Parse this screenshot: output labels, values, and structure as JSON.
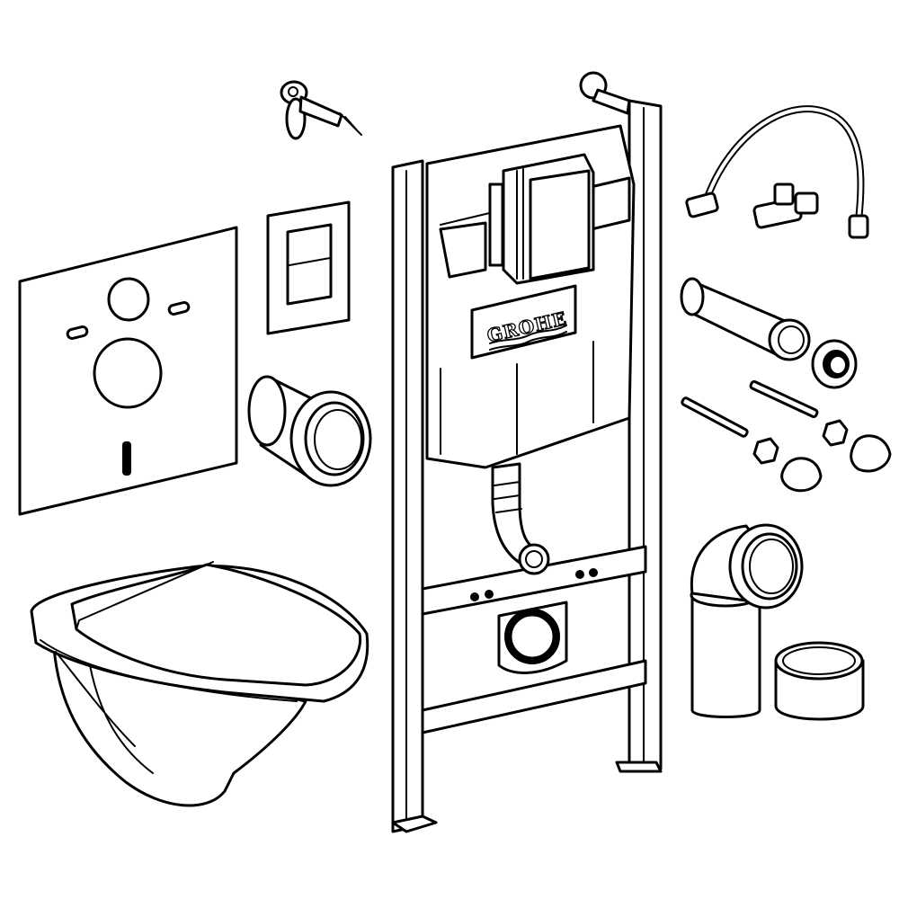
{
  "diagram": {
    "brand_logo": "GROHE",
    "line_color": "#000000",
    "background": "#ffffff",
    "components": [
      "wall-bracket-anchor",
      "sound-insulation-mat",
      "flush-plate",
      "connection-sleeve",
      "wall-hung-toilet",
      "installation-frame",
      "cistern",
      "supply-hose",
      "angle-valve",
      "flush-pipe",
      "sealing-ring",
      "fixing-bolts",
      "nuts",
      "cap-covers",
      "drain-elbow",
      "drain-cap"
    ]
  }
}
